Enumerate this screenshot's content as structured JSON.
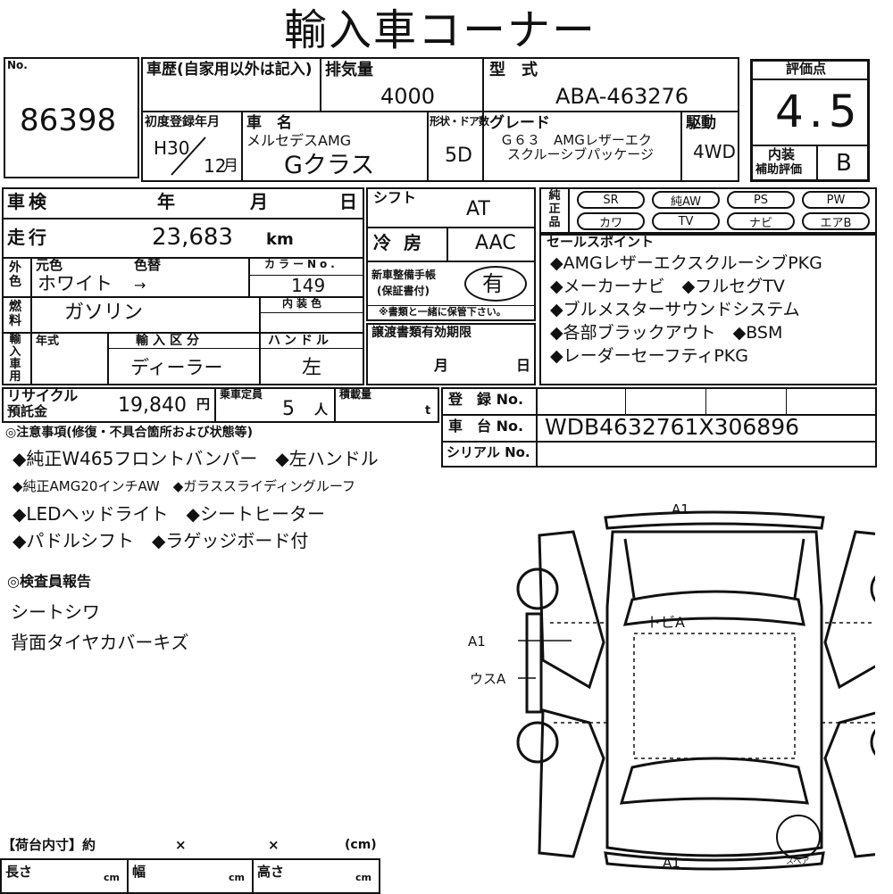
{
  "header": {
    "title": "輸入車コーナー"
  },
  "lot": {
    "label": "No.",
    "number": "86398"
  },
  "vehicle": {
    "history_label": "車歴(自家用以外は記入)",
    "displacement_label": "排気量",
    "displacement": "4000",
    "model_code_label": "型　式",
    "model_code": "ABA-463276",
    "first_reg_label": "初度登録年月",
    "first_reg_year": "H30",
    "first_reg_month": "12",
    "month_unit": "月",
    "name_label": "車　名",
    "maker": "メルセデスAMG",
    "model_name": "Gクラス",
    "doors_label": "形状・ドア数",
    "doors": "5D",
    "grade_label": "グレード",
    "grade_line1": "Ｇ６３　AMGレザーエク",
    "grade_line2": "スクルーシブパッケージ",
    "drive_label": "駆動",
    "drive": "4WD"
  },
  "rating": {
    "label": "評価点",
    "score": "4.5",
    "interior_label_1": "内装",
    "interior_label_2": "補助評価",
    "interior": "B"
  },
  "inspection": {
    "label": "車検",
    "year": "年",
    "month": "月",
    "day": "日"
  },
  "mileage": {
    "label": "走行",
    "value": "23,683",
    "unit": "km"
  },
  "color": {
    "outer_label": "外色",
    "original_label": "元色",
    "repaint_label": "色替",
    "value": "ホワイト",
    "arrow": "→",
    "code_label": "カラーNo.",
    "code": "149",
    "interior_label": "内装色"
  },
  "fuel": {
    "label": "燃料",
    "value": "ガソリン"
  },
  "import": {
    "label": "輸入車用",
    "year_label": "年式",
    "type_label": "輸入区分",
    "type": "ディーラー",
    "handle_label": "ハンドル",
    "handle": "左"
  },
  "shift": {
    "label": "シフト",
    "value": "AT"
  },
  "ac": {
    "label": "冷房",
    "value": "AAC"
  },
  "warranty": {
    "label_1": "新車整備手帳",
    "label_2": "(保証書付)",
    "value": "有",
    "note": "※書類と一緒に保管下さい。"
  },
  "transfer": {
    "label": "譲渡書類有効期限",
    "month": "月",
    "day": "日"
  },
  "equipment": {
    "label": "純正品",
    "items": [
      "SR",
      "純AW",
      "PS",
      "PW",
      "カワ",
      "TV",
      "ナビ",
      "エアB"
    ]
  },
  "sales_points": {
    "label": "セールスポイント",
    "lines": [
      "◆AMGレザーエクスクルーシブPKG",
      "◆メーカーナビ　◆フルセグTV",
      "◆ブルメスターサウンドシステム",
      "◆各部ブラックアウト　◆BSM",
      "◆レーダーセーフティPKG"
    ]
  },
  "recycle": {
    "label_1": "リサイクル",
    "label_2": "預託金",
    "value": "19,840",
    "unit": "円"
  },
  "capacity": {
    "label": "乗車定員",
    "value": "5",
    "unit": "人"
  },
  "load": {
    "label": "積載量",
    "unit": "t"
  },
  "registration": {
    "reg_label": "登　録 No.",
    "chassis_label": "車　台 No.",
    "chassis": "WDB4632761X306896",
    "serial_label": "シリアル No."
  },
  "notes": {
    "label": "◎注意事項(修復・不具合箇所および状態等)",
    "lines": [
      "◆純正W465フロントバンパー　◆左ハンドル",
      "◆純正AMG20インチAW　◆ガラススライディングルーフ",
      "◆LEDヘッドライト　◆シートヒーター",
      "◆パドルシフト　◆ラゲッジボード付"
    ]
  },
  "inspector": {
    "label": "◎検査員報告",
    "lines": [
      "シートシワ",
      "背面タイヤカバーキズ"
    ]
  },
  "diagram": {
    "front": "A1",
    "rear": "A1",
    "roof": "トビA",
    "left_1": "A1",
    "left_2": "ウスA",
    "spare": "スペア"
  },
  "cargo": {
    "label": "【荷台内寸】約",
    "x1": "×",
    "x2": "×",
    "unit": "(cm)",
    "length_label": "長さ",
    "width_label": "幅",
    "height_label": "高さ",
    "cm": "cm"
  }
}
